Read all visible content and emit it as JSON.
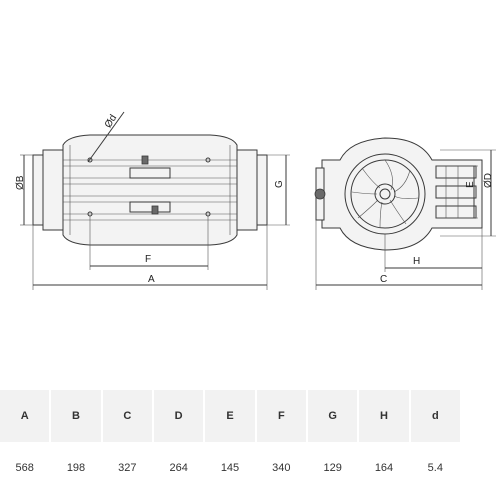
{
  "labels": {
    "d": "Ød",
    "B": "ØB",
    "G": "G",
    "F": "F",
    "A": "A",
    "E": "E",
    "D": "ØD",
    "H": "H",
    "C": "C"
  },
  "table": {
    "headers": [
      "A",
      "B",
      "C",
      "D",
      "E",
      "F",
      "G",
      "H",
      "d"
    ],
    "values": [
      "568",
      "198",
      "327",
      "264",
      "145",
      "340",
      "129",
      "164",
      "5.4"
    ]
  }
}
